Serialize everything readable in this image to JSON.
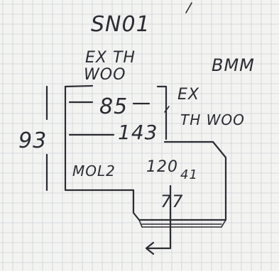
{
  "sketch": {
    "grid_color": "#cfd3d8",
    "ink_color": "#2b2b33",
    "labels": {
      "title": "SN01",
      "top_left_line1": "EX TH",
      "top_left_line2": "WOO",
      "top_right": "BMM",
      "right_line1": "EX",
      "right_line2": "TH WOO",
      "inner_top": "85",
      "inner_middle": "143",
      "height": "93",
      "mid_left": "MOL2",
      "mid_center": "120",
      "mid_right": "41",
      "lower": "77"
    }
  }
}
